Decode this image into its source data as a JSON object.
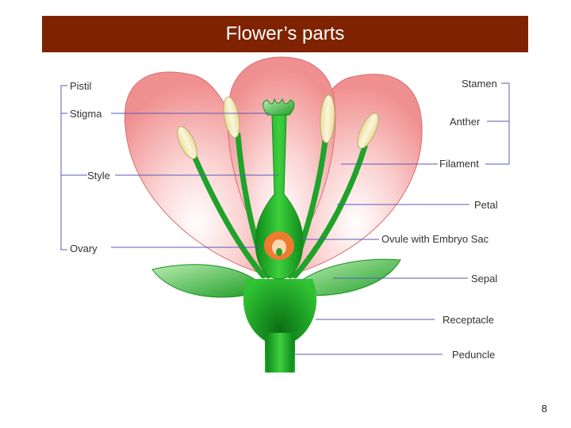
{
  "slide": {
    "title": "Flower’s parts",
    "page_number": "8"
  },
  "labels": {
    "pistil": "Pistil",
    "stigma": "Stigma",
    "style": "Style",
    "ovary": "Ovary",
    "stamen": "Stamen",
    "anther": "Anther",
    "filament": "Filament",
    "petal": "Petal",
    "ovule": "Ovule with Embryo Sac",
    "sepal": "Sepal",
    "receptacle": "Receptacle",
    "peduncle": "Peduncle"
  },
  "colors": {
    "title_bar": "#7f2200",
    "petal": "#f5a0a0",
    "stem_green": "#22b02c",
    "anther_cream": "#f3ecc0",
    "ovule_orange": "#f07a30",
    "leader_lines": "#5a5ab8"
  }
}
